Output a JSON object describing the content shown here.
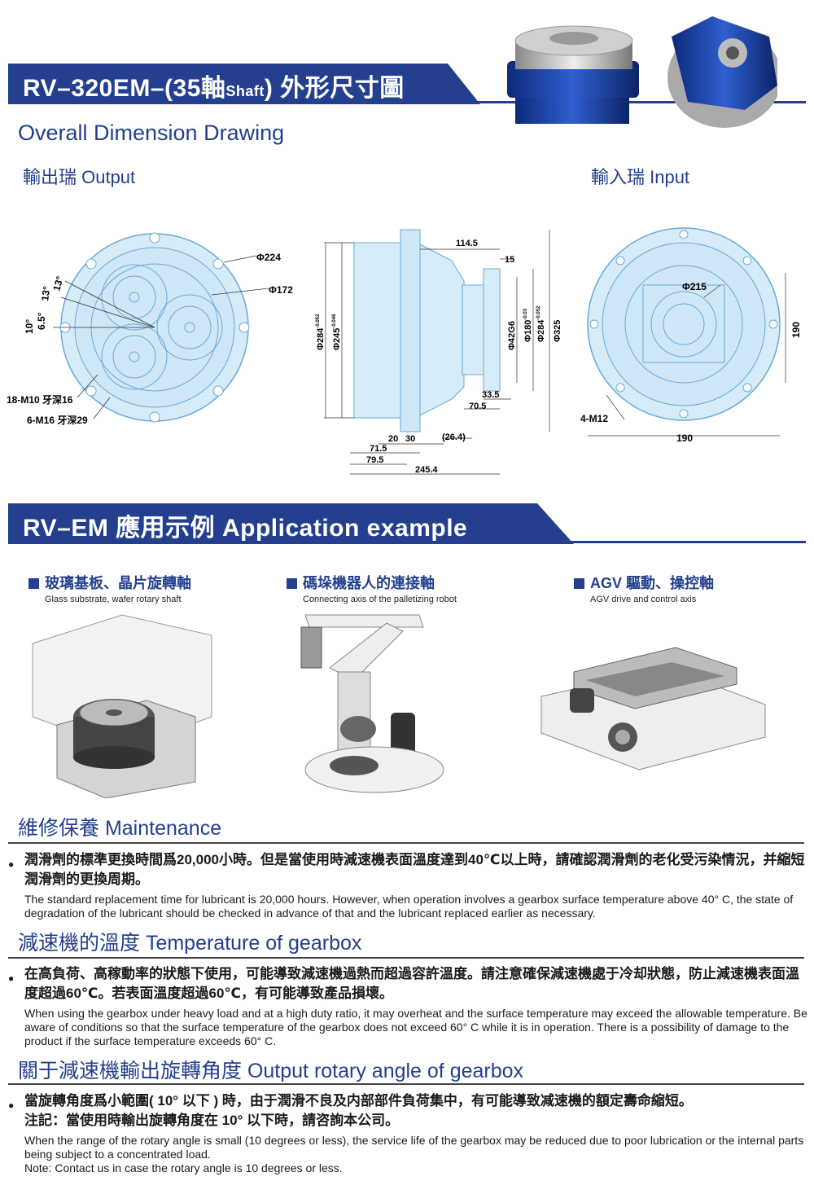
{
  "header": {
    "title_prefix": "RV–320EM–(35軸",
    "title_small": "Shaft",
    "title_suffix": ") 外形尺寸圖"
  },
  "dimension": {
    "heading": "Overall Dimension Drawing",
    "output_label": "輸出瑞  Output",
    "input_label": "輸入瑞  Input",
    "output_view": {
      "d224": "Φ224",
      "d172": "Φ172",
      "angle_13a": "13°",
      "angle_13b": "13°",
      "angle_10": "10°",
      "angle_65": "6.5°",
      "m10": "18-M10 牙深16",
      "m16": "6-M16 牙深29"
    },
    "side_view": {
      "d284a": "Φ284",
      "d284a_tol": "-0.052",
      "d245": "Φ245",
      "d245_tol": "-0.046",
      "d42": "Φ42G6",
      "d180": "Φ180",
      "d180_tol": "-0.03",
      "d284b": "Φ284",
      "d284b_tol": "-0.052",
      "d325": "Φ325",
      "l1145": "114.5",
      "l15": "15",
      "l335": "33.5",
      "l705": "70.5",
      "l20": "20",
      "l30": "30",
      "l264": "(26.4)",
      "l715": "71.5",
      "l795": "79.5",
      "l2454": "245.4"
    },
    "input_view": {
      "d215": "Φ215",
      "m12": "4-M12",
      "w190": "190",
      "h190": "190"
    }
  },
  "application": {
    "banner": "RV–EM 應用示例 Application example",
    "examples": [
      {
        "zh": "玻璃基板、晶片旋轉軸",
        "en": "Glass substrate, wafer rotary shaft"
      },
      {
        "zh": "碼垛機器人的連接軸",
        "en": "Connecting axis of the palletizing robot"
      },
      {
        "zh": "AGV 驅動、操控軸",
        "en": "AGV drive and control axis"
      }
    ]
  },
  "maintenance": {
    "heading": "維修保養  Maintenance",
    "zh": "潤滑劑的標準更換時間爲20,000小時。但是當使用時減速機表面溫度達到40℃以上時，請確認潤滑劑的老化受污染情況，并縮短潤滑劑的更換周期。",
    "en": "The standard replacement time for lubricant is 20,000 hours. However, when operation involves a gearbox surface temperature above 40° C, the state of degradation of the lubricant should be checked in advance of that and the lubricant replaced earlier as necessary."
  },
  "temperature": {
    "heading": "減速機的溫度  Temperature of gearbox",
    "zh": "在高負荷、高稼動率的狀態下使用，可能導致減速機過熱而超過容許溫度。請注意確保減速機處于冷却狀態，防止減速機表面溫度超過60℃。若表面溫度超過60℃，有可能導致產品損壞。",
    "en": "When using the gearbox under heavy load and at a high duty ratio, it may overheat and the surface temperature may exceed the allowable temperature. Be aware of conditions so that the surface temperature of the gearbox does not exceed 60° C while it is in operation. There is a possibility of damage to the product if the surface temperature exceeds 60° C."
  },
  "rotary": {
    "heading": "關于減速機輸出旋轉角度  Output rotary angle of gearbox",
    "zh": "當旋轉角度爲小範圍( 10° 以下 ) 時，由于潤滑不良及内部部件負荷集中，有可能導致减速機的額定壽命縮短。",
    "zh_note": "注記：當使用時輸出旋轉角度在 10° 以下時，請咨詢本公司。",
    "en": "When the range of the rotary angle is small (10 degrees or less), the service life of the gearbox may be reduced due to poor lubrication or the internal parts being subject to a concentrated load.",
    "en_note": "Note: Contact us in case the rotary angle is 10 degrees or less."
  }
}
